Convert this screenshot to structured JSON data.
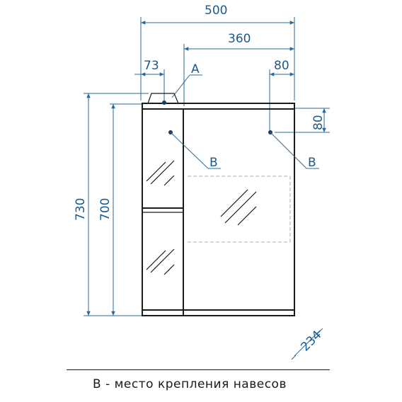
{
  "dimensions": {
    "total_width": "500",
    "door_width": "360",
    "left_offset": "73",
    "right_offset": "80",
    "mount_height": "80",
    "total_height": "730",
    "body_height": "700",
    "depth": "234"
  },
  "labels": {
    "a": "A",
    "b_left": "B",
    "b_right": "B"
  },
  "legend": {
    "text": "В - место крепления навесов"
  },
  "colors": {
    "dimension": "#2a6a9a",
    "outline": "#1a1a1a",
    "shelf_dash": "#9bd29b"
  }
}
